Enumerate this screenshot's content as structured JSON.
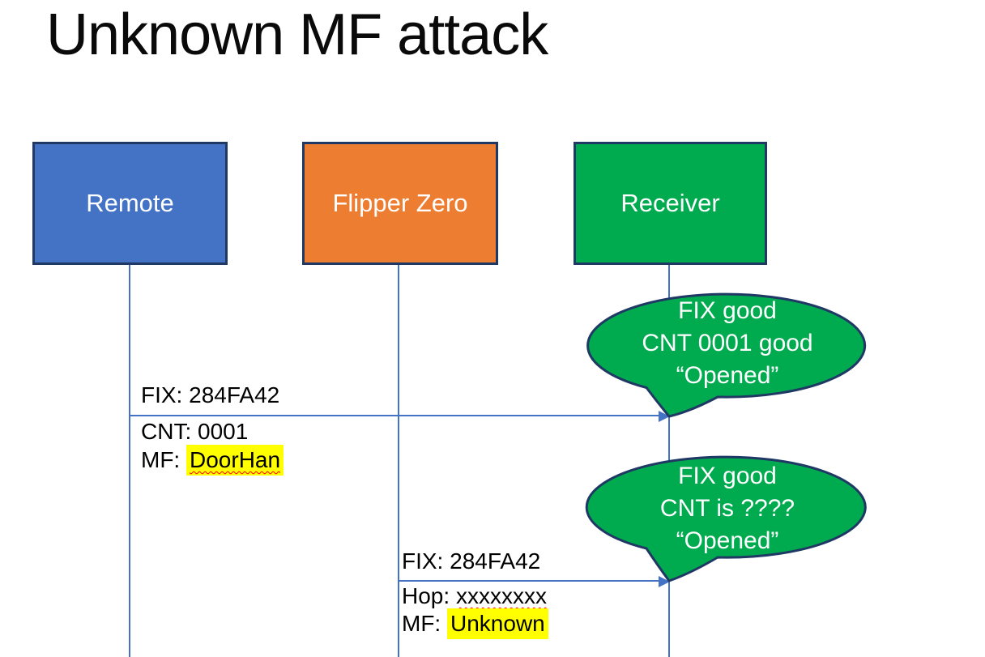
{
  "title": "Unknown MF attack",
  "actors": [
    {
      "id": "remote",
      "label": "Remote"
    },
    {
      "id": "flipper",
      "label": "Flipper Zero"
    },
    {
      "id": "receiver",
      "label": "Receiver"
    }
  ],
  "messages": [
    {
      "from": "Remote",
      "to": "Receiver",
      "fix_line": "FIX: 284FA42",
      "line2_prefix": "CNT: ",
      "line2_value": "0001",
      "line3_prefix": "MF: ",
      "line3_value": "DoorHan"
    },
    {
      "from": "Flipper Zero",
      "to": "Receiver",
      "fix_line": "FIX: 284FA42",
      "line2_prefix": "Hop: ",
      "line2_value": "xxxxxxxx",
      "line3_prefix": "MF: ",
      "line3_value": "Unknown"
    }
  ],
  "callouts": [
    {
      "line1": "FIX good",
      "line2": "CNT 0001 good",
      "line3": "“Opened”"
    },
    {
      "line1": "FIX good",
      "line2": "CNT is ????",
      "line3": "“Opened”"
    }
  ],
  "colors": {
    "remote_fill": "#4472C4",
    "flipper_fill": "#ED7D31",
    "receiver_fill": "#00AB50",
    "callout_fill": "#00AB50",
    "shape_border": "#1F3864",
    "connector_blue": "#4472C4",
    "highlight_yellow": "#FFFF00",
    "misspell_red": "#FF0000",
    "text_white": "#FFFFFF",
    "text_black": "#000000"
  }
}
